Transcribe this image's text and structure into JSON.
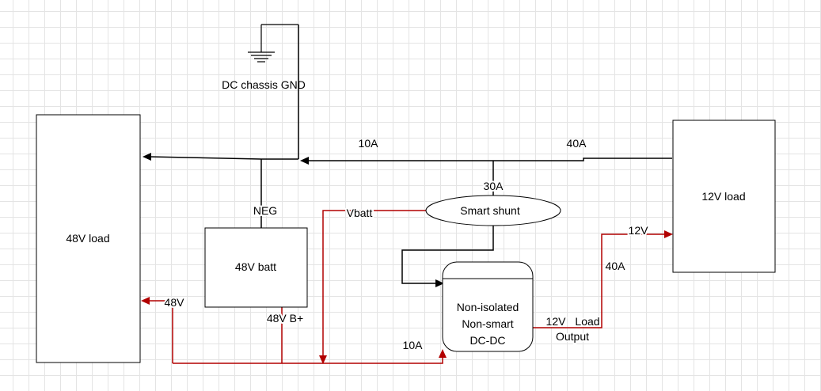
{
  "nodes": {
    "load_48v": "48V load",
    "batt_48v": "48V batt",
    "load_12v": "12V load",
    "shunt": "Smart shunt",
    "dcdc": [
      "Non-isolated",
      "Non-smart",
      "DC-DC"
    ],
    "ground": "DC chassis GND"
  },
  "labels": {
    "neg": "NEG",
    "batt_pos": "48V B+",
    "feed_48v": "48V",
    "vbatt": "Vbatt",
    "current_10a_top": "10A",
    "current_40a_top": "40A",
    "current_30a": "30A",
    "current_10a_bottom": "10A",
    "feed_12v": "12V",
    "current_40a_right": "40A",
    "output_12v": "12V",
    "output_load": "Load",
    "output_word": "Output"
  },
  "colors": {
    "negative_wire": "#000000",
    "positive_wire": "#b20000",
    "grid": "#e4e4e4"
  }
}
